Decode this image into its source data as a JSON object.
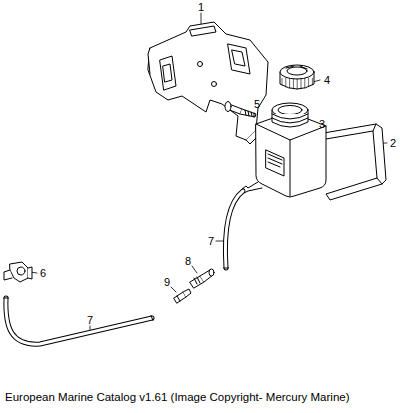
{
  "diagram": {
    "caption": "European Marine Catalog v1.61 (Image Copyright- Mercury Marine)",
    "labels": [
      "1",
      "4",
      "2",
      "5",
      "3",
      "6",
      "7",
      "8",
      "9",
      "7"
    ]
  }
}
